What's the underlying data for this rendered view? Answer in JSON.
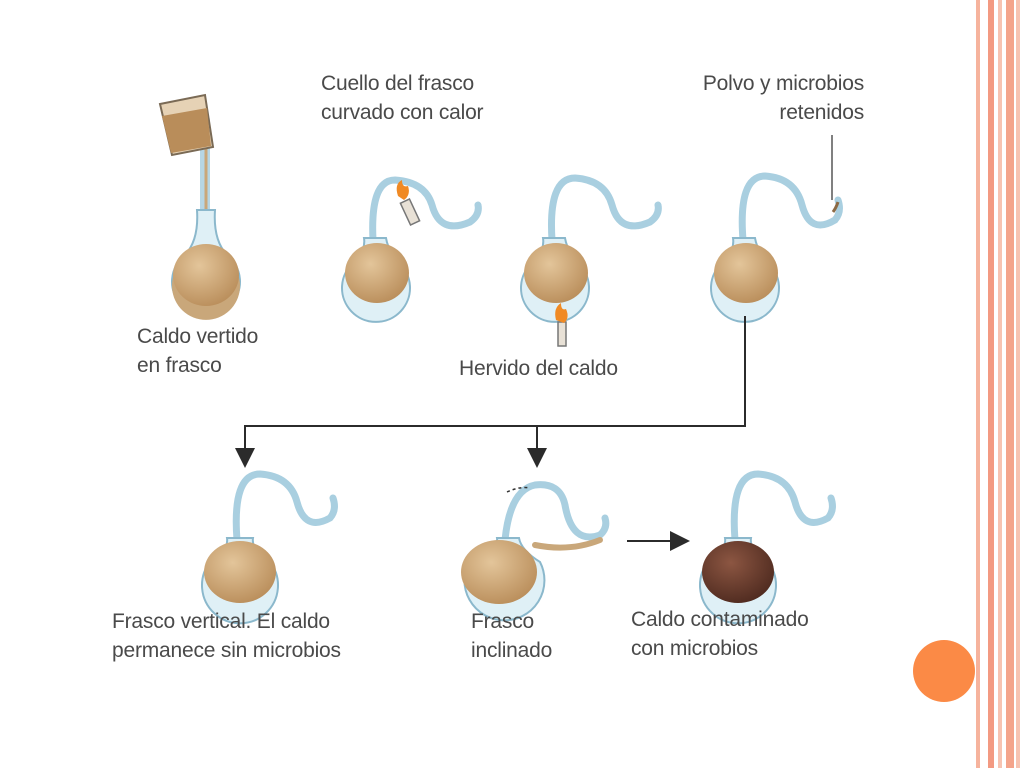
{
  "labels": {
    "caldo_vertido": [
      "Caldo vertido",
      "en frasco"
    ],
    "cuello_curvado": [
      "Cuello del frasco",
      "curvado con calor"
    ],
    "polvo_microbios": [
      "Polvo y microbios",
      "retenidos"
    ],
    "hervido": [
      "Hervido del caldo"
    ],
    "frasco_vertical": [
      "Frasco vertical. El caldo",
      "permanece sin microbios"
    ],
    "frasco_inclinado": [
      "Frasco",
      "inclinado"
    ],
    "caldo_contaminado": [
      "Caldo contaminado",
      "con microbios"
    ]
  },
  "icons": [
    "pouring-beaker-icon",
    "flame-icon",
    "arrow-down-icon",
    "arrow-right-icon"
  ],
  "colors": {
    "broth": "#c9a77a",
    "broth_contaminated": "#6b3a2a",
    "glass": "#a9cfe0",
    "arrow": "#333333",
    "accent_circle": "#fb8a46",
    "stripes": [
      "#f7b9a3",
      "#f39a82"
    ]
  }
}
